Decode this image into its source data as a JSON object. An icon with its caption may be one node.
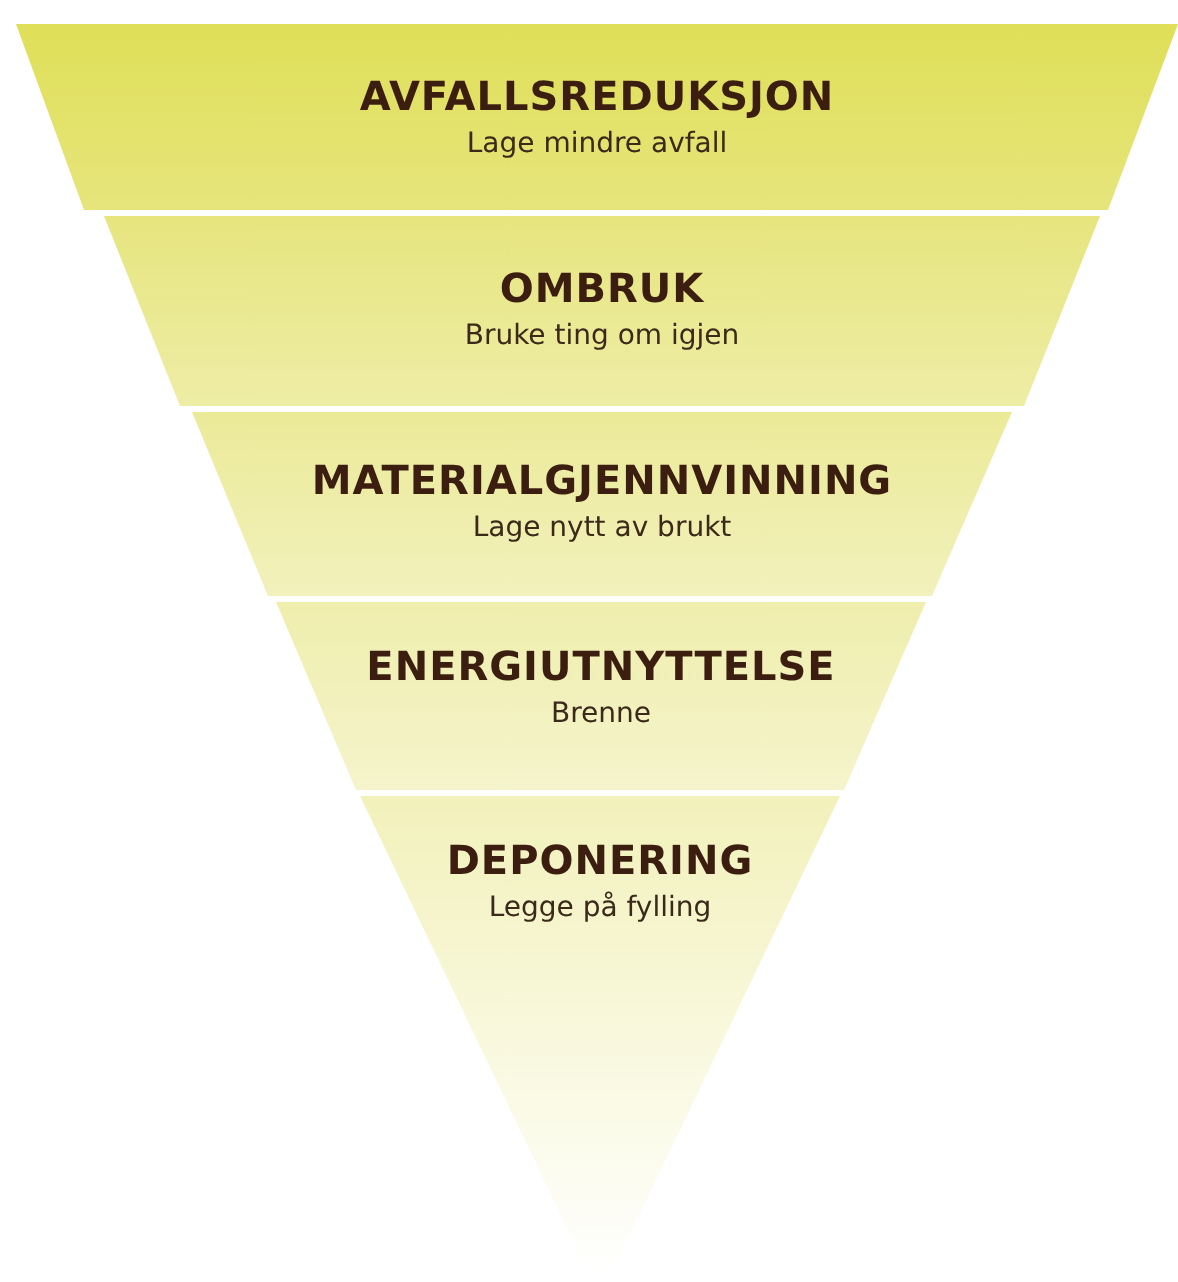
{
  "diagram": {
    "nodes": [
      {
        "text": [
          "AVFALLSREDUKSJON",
          "Lage mindre avfall"
        ]
      },
      {
        "text": [
          "OMBRUK",
          "Bruke ting om igjen"
        ]
      },
      {
        "text": [
          "MATERIALGJENNVINNING",
          "Lage nytt av brukt"
        ]
      },
      {
        "text": [
          "ENERGIUTNYTTELSE",
          "Brenne"
        ]
      },
      {
        "text": [
          "DEPONERING",
          "Legge på fylling"
        ]
      }
    ]
  }
}
